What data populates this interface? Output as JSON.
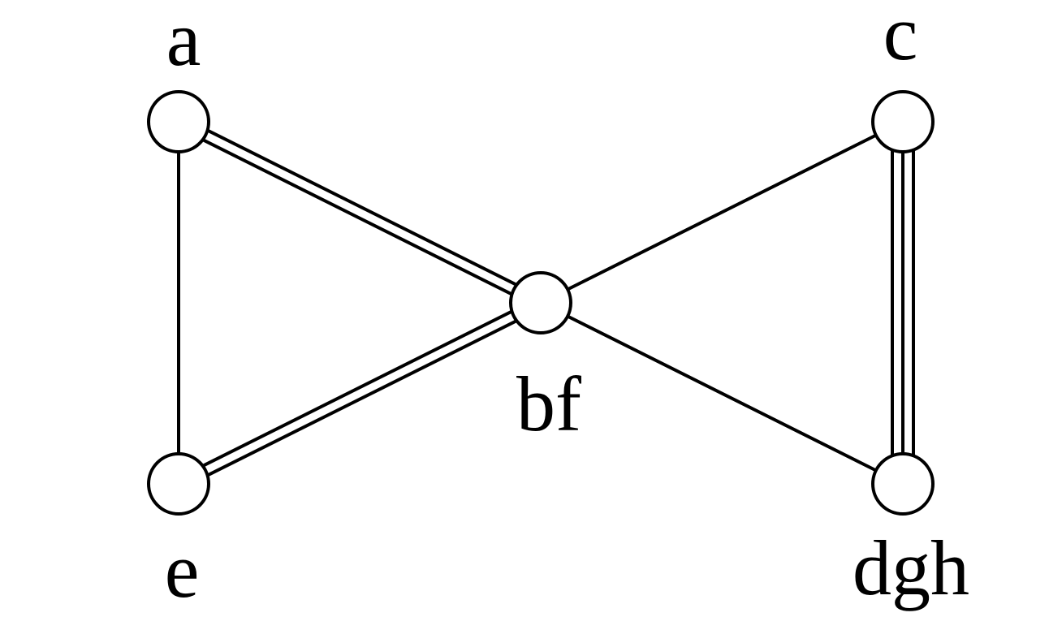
{
  "nodes": [
    {
      "id": "a",
      "label": "a"
    },
    {
      "id": "c",
      "label": "c"
    },
    {
      "id": "bf",
      "label": "bf"
    },
    {
      "id": "e",
      "label": "e"
    },
    {
      "id": "dgh",
      "label": "dgh"
    }
  ],
  "edges": [
    {
      "from": "a",
      "to": "e",
      "multiplicity": 1
    },
    {
      "from": "a",
      "to": "bf",
      "multiplicity": 2
    },
    {
      "from": "e",
      "to": "bf",
      "multiplicity": 2
    },
    {
      "from": "bf",
      "to": "c",
      "multiplicity": 1
    },
    {
      "from": "bf",
      "to": "dgh",
      "multiplicity": 1
    },
    {
      "from": "c",
      "to": "dgh",
      "multiplicity": 3
    }
  ],
  "colors": {
    "stroke": "#000000",
    "node_fill": "#ffffff",
    "background": "#ffffff"
  }
}
